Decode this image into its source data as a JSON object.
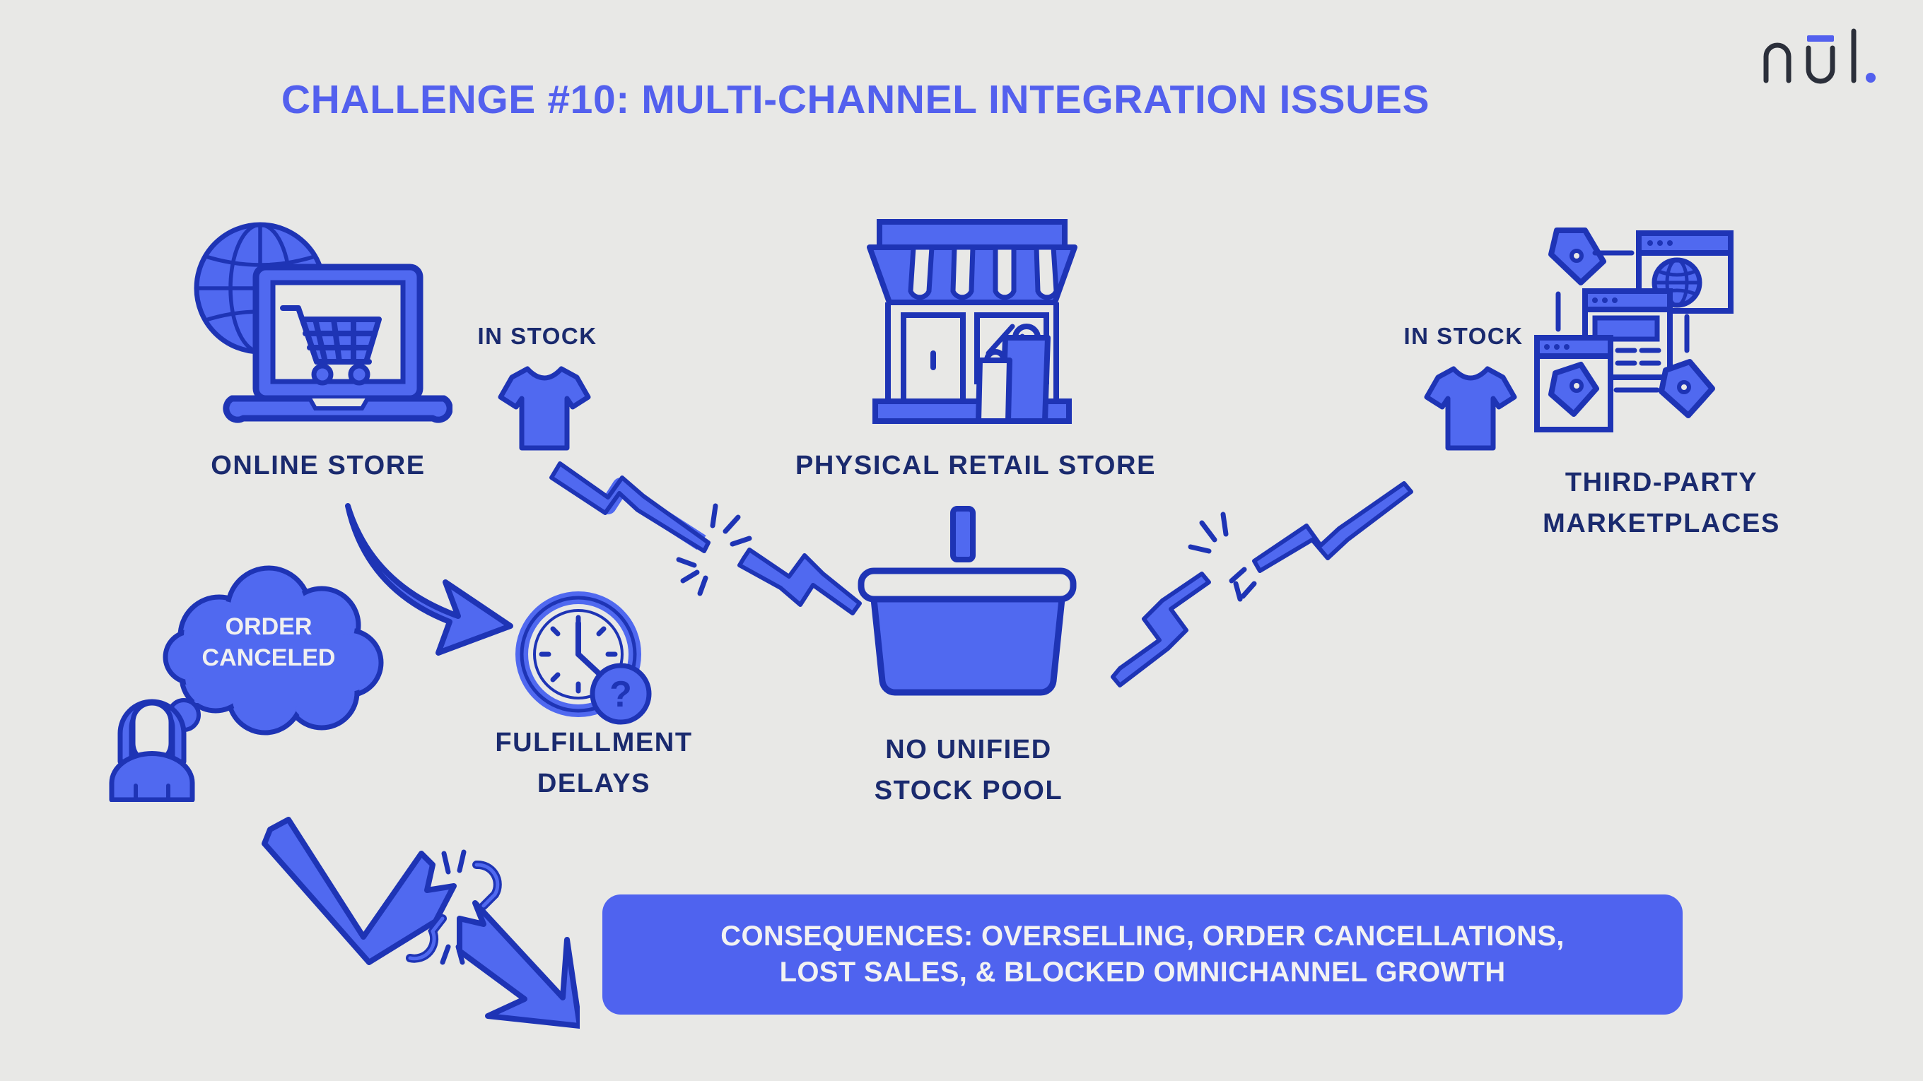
{
  "brand": {
    "logo_text": "nūl.",
    "logo_base": "n",
    "logo_mid": "u",
    "logo_tail": "l",
    "logo_dot": "."
  },
  "header": {
    "title": "CHALLENGE #10: MULTI-CHANNEL INTEGRATION ISSUES"
  },
  "colors": {
    "background": "#e8e8e6",
    "accent_blue": "#4f63ef",
    "fill_blue": "#5069f0",
    "stroke_navy": "#1e34b5",
    "label_navy": "#1a2a6e",
    "title_blue": "#5360ee",
    "logo_dark": "#2b2f3a",
    "banner_text": "#f2f2f2"
  },
  "nodes": {
    "online_store": {
      "label": "ONLINE STORE",
      "icon": "globe-laptop-cart-icon"
    },
    "physical_store": {
      "label": "PHYSICAL RETAIL STORE",
      "icon": "storefront-icon"
    },
    "third_party": {
      "label_line1": "THIRD-PARTY",
      "label_line2": "MARKETPLACES",
      "icon": "browser-windows-tags-icon"
    },
    "fulfillment": {
      "label_line1": "FULFILLMENT",
      "label_line2": "DELAYS",
      "icon": "clock-question-icon"
    },
    "stock_pool": {
      "label_line1": "NO UNIFIED",
      "label_line2": "STOCK POOL",
      "icon": "stock-bin-icon"
    },
    "customer": {
      "icon": "person-icon",
      "thought_line1": "ORDER",
      "thought_line2": "CANCELED"
    }
  },
  "stock_tags": {
    "left": "IN STOCK",
    "right": "IN STOCK"
  },
  "connectors": {
    "left_broken": "broken-zigzag-left",
    "right_broken": "broken-zigzag-right",
    "curved_arrow": "curved-arrow-icon",
    "broken_chain_arrow": "broken-chain-down-arrow-icon"
  },
  "banner": {
    "line1": "CONSEQUENCES: OVERSELLING, ORDER CANCELLATIONS,",
    "line2": "LOST SALES, & BLOCKED OMNICHANNEL GROWTH"
  }
}
